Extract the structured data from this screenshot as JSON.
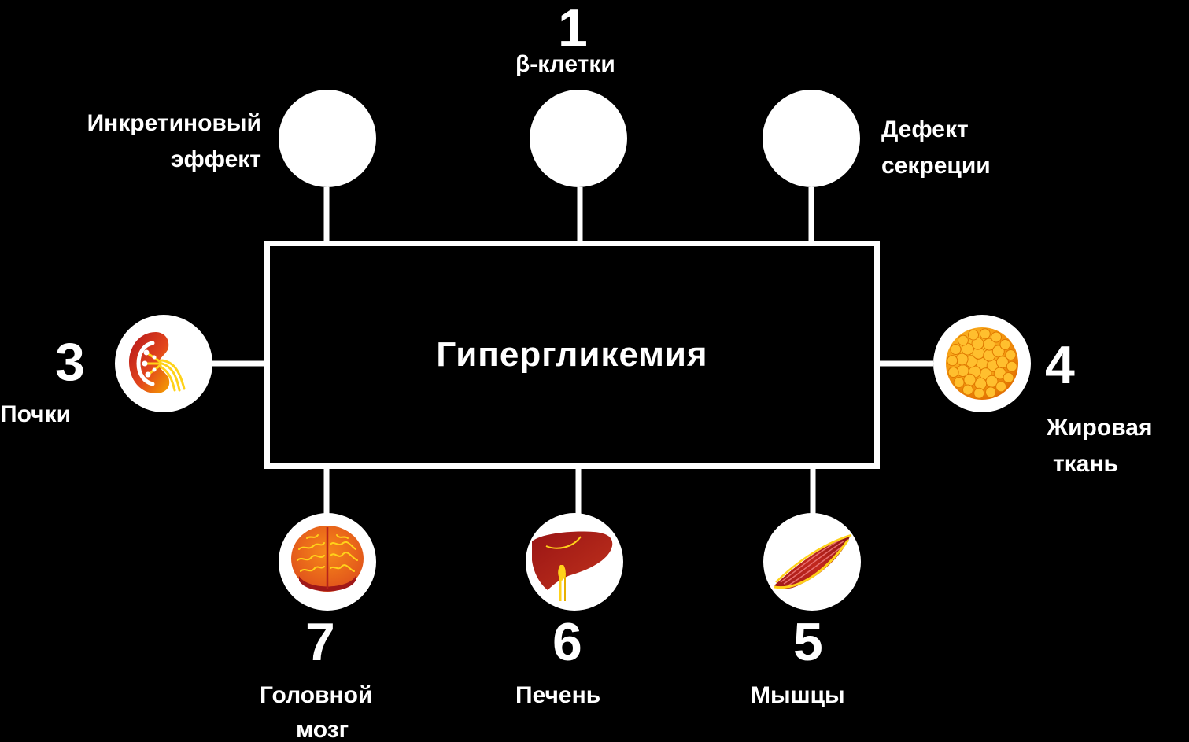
{
  "center": {
    "label": "Гипергликемия"
  },
  "nodes": {
    "beta_cells": {
      "number": "1",
      "label": "β-клетки"
    },
    "incretin": {
      "label_line1": "Инкретиновый",
      "label_line2": "эффект"
    },
    "insulin_defect": {
      "label_line1": "Дефект",
      "label_line2": "секреции"
    },
    "kidneys": {
      "number": "3",
      "label": "Почки"
    },
    "adipose": {
      "number": "4",
      "label_line1": "Жировая",
      "label_line2": "ткань"
    },
    "muscles": {
      "number": "5",
      "label": "Мышцы"
    },
    "liver": {
      "number": "6",
      "label": "Печень"
    },
    "brain": {
      "number": "7",
      "label_line1": "Головной",
      "label_line2": "мозг"
    }
  },
  "colors": {
    "background": "#000000",
    "lines": "#ffffff",
    "organ_red": "#a01818",
    "organ_orange": "#f08a00",
    "organ_yellow": "#ffd21a"
  },
  "icons": {
    "kidneys": "kidney-icon",
    "adipose": "fat-cell-cluster-icon",
    "muscles": "muscle-icon",
    "liver": "liver-icon",
    "brain": "brain-icon"
  }
}
